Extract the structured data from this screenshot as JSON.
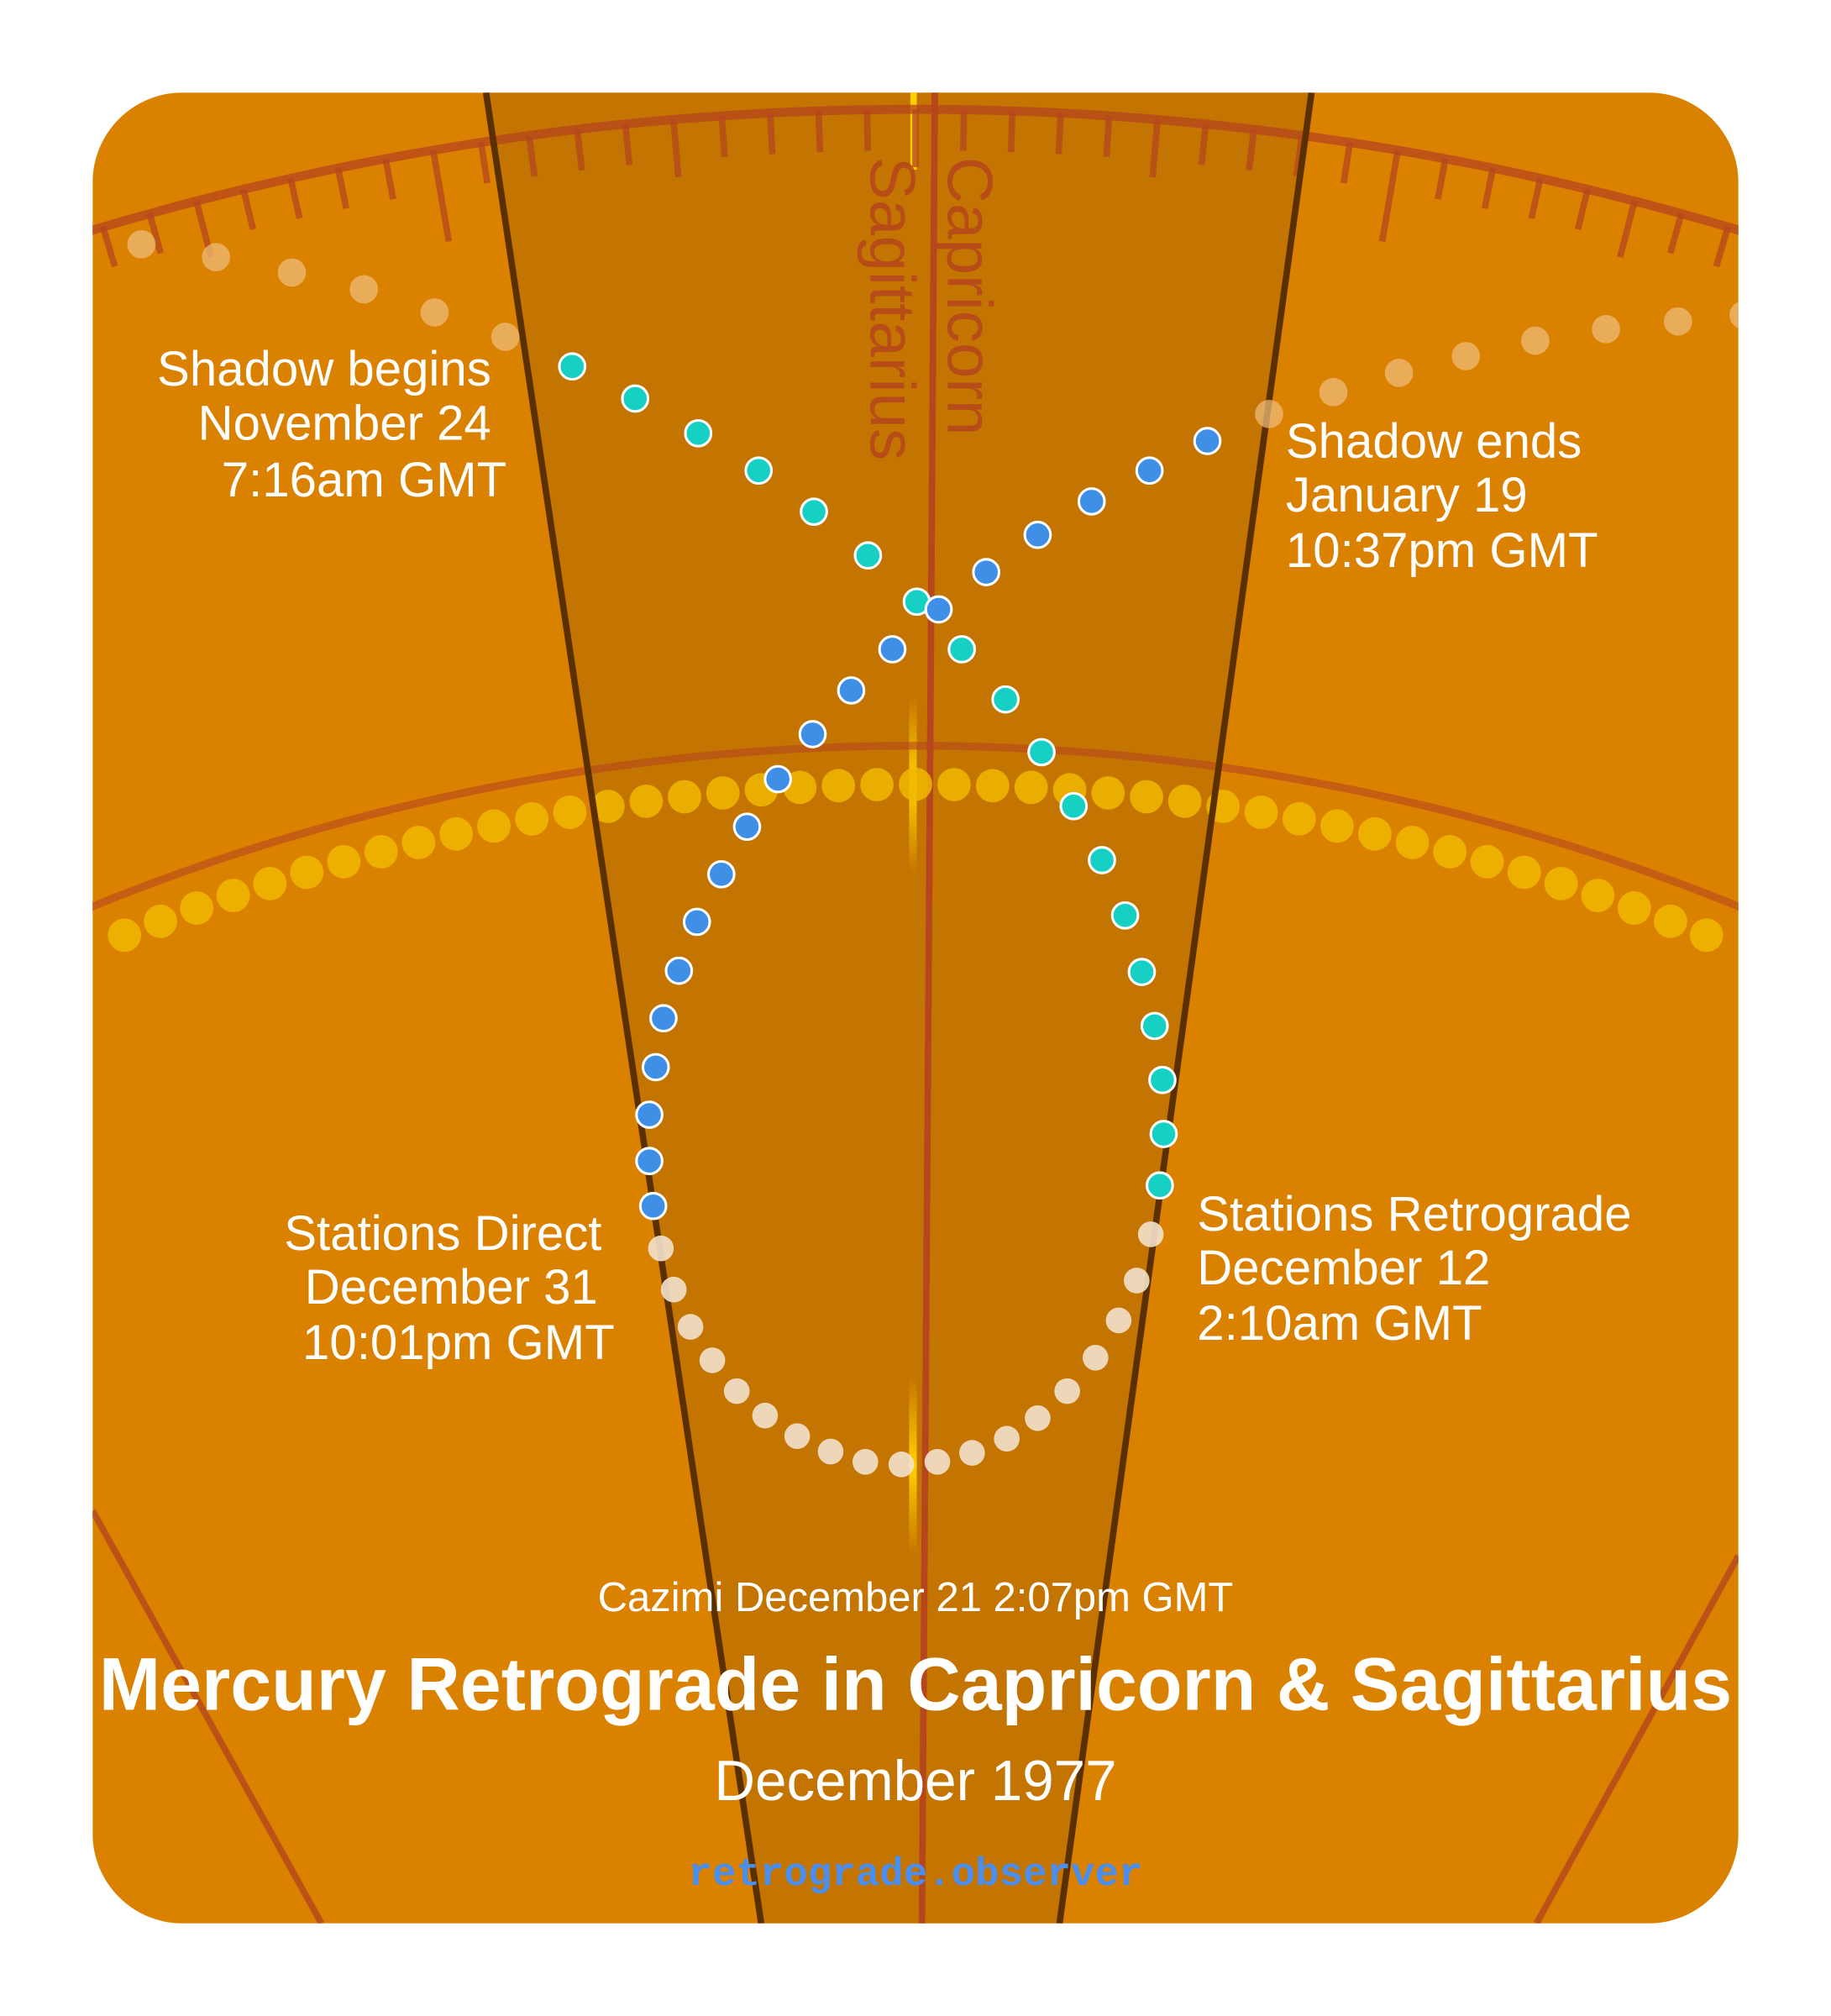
{
  "colors": {
    "background": "#db8100",
    "band": "#c47400",
    "band_edge": "#5a3000",
    "zodiac_line": "#b5461e",
    "sun_dots": "#f0b800",
    "pre_shadow_dots": "#17d0c4",
    "retrograde_dots": "#f3e2cc",
    "post_shadow_dots": "#3f8fe6",
    "faded_dots": "#f0c080",
    "url": "#4a8ff0"
  },
  "signs": {
    "right": "Capricorn",
    "left": "Sagittarius"
  },
  "events": {
    "shadow_begins": [
      "Shadow begins",
      "November 24",
      "7:16am GMT"
    ],
    "shadow_ends": [
      "Shadow ends",
      "January 19",
      "10:37pm GMT"
    ],
    "stations_retrograde": [
      "Stations Retrograde",
      "December 12",
      "2:10am GMT"
    ],
    "stations_direct": [
      "Stations Direct",
      "December 31",
      "10:01pm GMT"
    ],
    "cazimi": "Cazimi December 21 2:07pm GMT"
  },
  "title": "Mercury Retrograde in Capricorn & Sagittarius",
  "subtitle": "December 1977",
  "site": "retrograde.observer"
}
